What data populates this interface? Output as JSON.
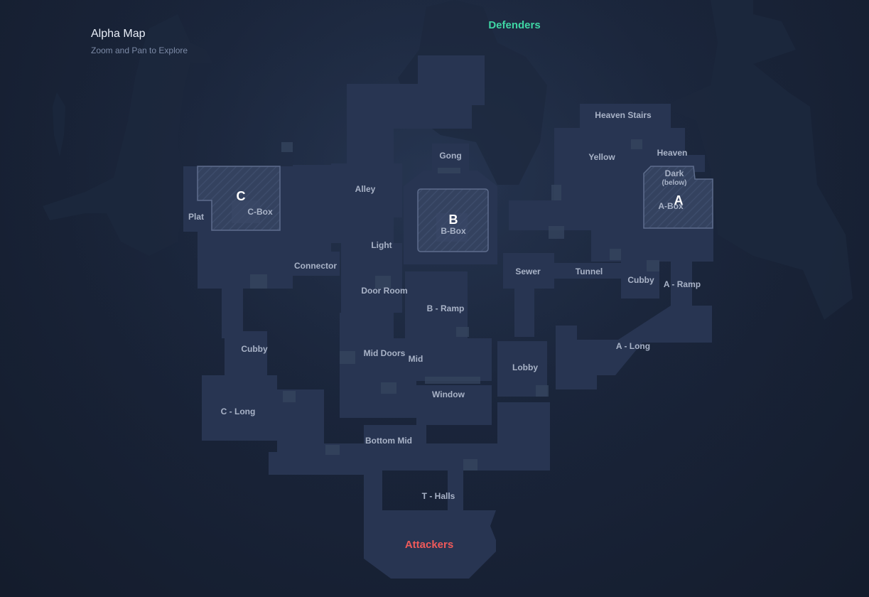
{
  "header": {
    "title": "Alpha Map",
    "subtitle": "Zoom and Pan to Explore"
  },
  "teams": {
    "defenders": "Defenders",
    "attackers": "Attackers"
  },
  "sites": {
    "a": {
      "letter": "A",
      "box": "A-Box"
    },
    "b": {
      "letter": "B",
      "box": "B-Box"
    },
    "c": {
      "letter": "C",
      "box": "C-Box"
    }
  },
  "callouts": {
    "heaven_stairs": "Heaven Stairs",
    "gong": "Gong",
    "yellow": "Yellow",
    "heaven": "Heaven",
    "dark": "Dark",
    "dark_note": "(below)",
    "alley": "Alley",
    "plat": "Plat",
    "light": "Light",
    "connector": "Connector",
    "sewer": "Sewer",
    "tunnel": "Tunnel",
    "cubby_a": "Cubby",
    "a_ramp": "A - Ramp",
    "door_room": "Door Room",
    "b_ramp": "B - Ramp",
    "cubby_c": "Cubby",
    "a_long": "A - Long",
    "mid_doors": "Mid Doors",
    "mid": "Mid",
    "lobby": "Lobby",
    "window": "Window",
    "c_long": "C - Long",
    "bottom_mid": "Bottom Mid",
    "t_halls": "T - Halls"
  },
  "colors": {
    "background": "#151d2e",
    "floor": "#283552",
    "site_fill": "#2f3d5c",
    "site_border": "#5e6d8d",
    "label": "#a9b3c7",
    "defenders": "#3fd6a4",
    "attackers": "#f05a5a"
  }
}
